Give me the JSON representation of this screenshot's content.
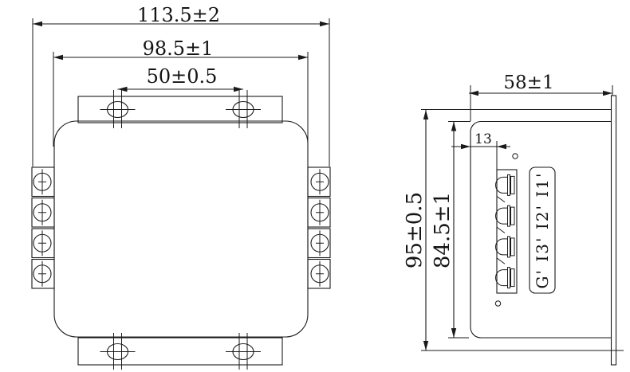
{
  "front_view": {
    "dim_overall_width": "113.5±2",
    "dim_body_width": "98.5±1",
    "dim_slot_spacing": "50±0.5"
  },
  "side_view": {
    "dim_depth": "58±1",
    "dim_terminal_offset": "13",
    "dim_overall_height": "95±0.5",
    "dim_face_height": "84.5±1",
    "terminal_label": "G' I3' I2' I1'"
  }
}
